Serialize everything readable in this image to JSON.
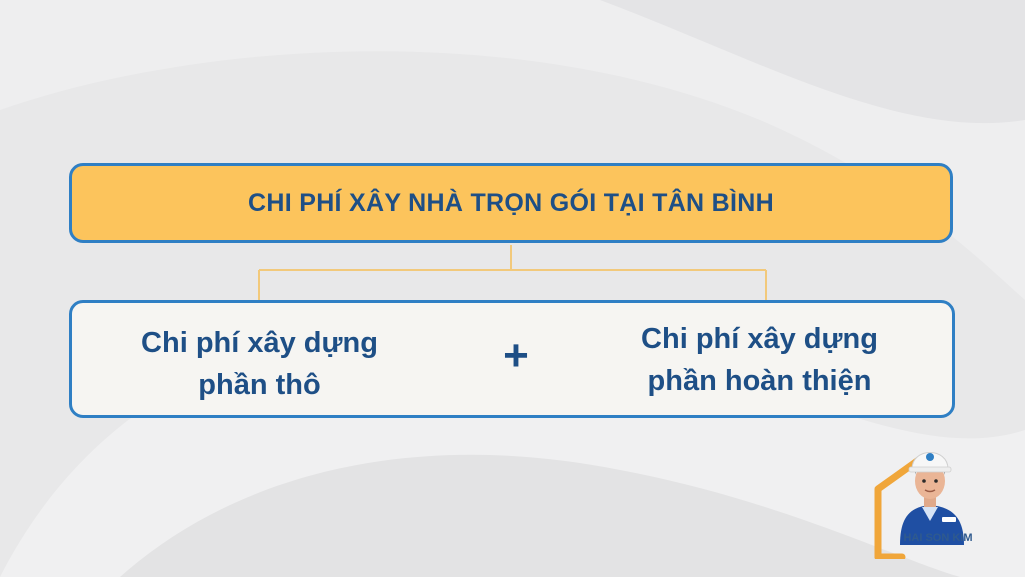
{
  "header": {
    "title": "CHI PHÍ XÂY NHÀ TRỌN GÓI TẠI TÂN BÌNH"
  },
  "components": {
    "left": "Chi phí xây dựng phần thô",
    "operator": "+",
    "right": "Chi phí xây dựng phần hoàn thiện"
  },
  "branding": {
    "logo_text": "HAI SON KIM"
  },
  "colors": {
    "title_fill": "#fcc45c",
    "border": "#2f7fc4",
    "text": "#1e4f86",
    "connector": "#f2c97b",
    "logo_accent": "#f0a63a"
  }
}
